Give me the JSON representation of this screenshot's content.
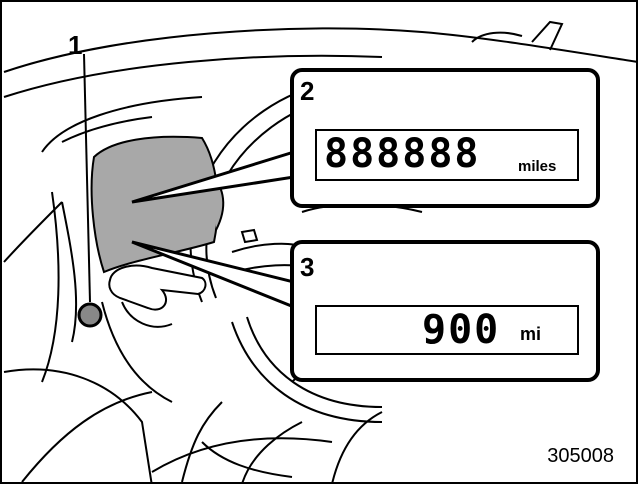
{
  "callouts": {
    "one": "1",
    "two": "2",
    "three": "3"
  },
  "odometer": {
    "digits": "888888",
    "unit": "miles"
  },
  "range": {
    "value": "900",
    "unit": "mi"
  },
  "figure_code": "305008",
  "colors": {
    "cluster_fill": "#a8a8a8",
    "line": "#000000",
    "knob_fill": "#888888"
  }
}
